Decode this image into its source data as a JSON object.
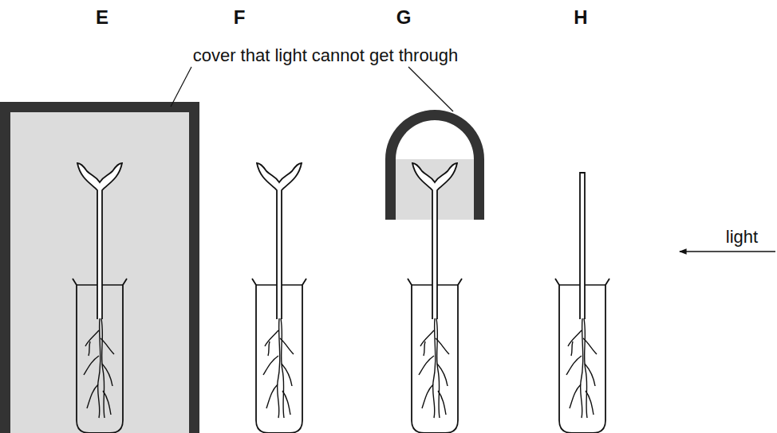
{
  "diagram": {
    "labels": [
      "E",
      "F",
      "G",
      "H",
      "cover that light cannot get through",
      "light"
    ]
  }
}
